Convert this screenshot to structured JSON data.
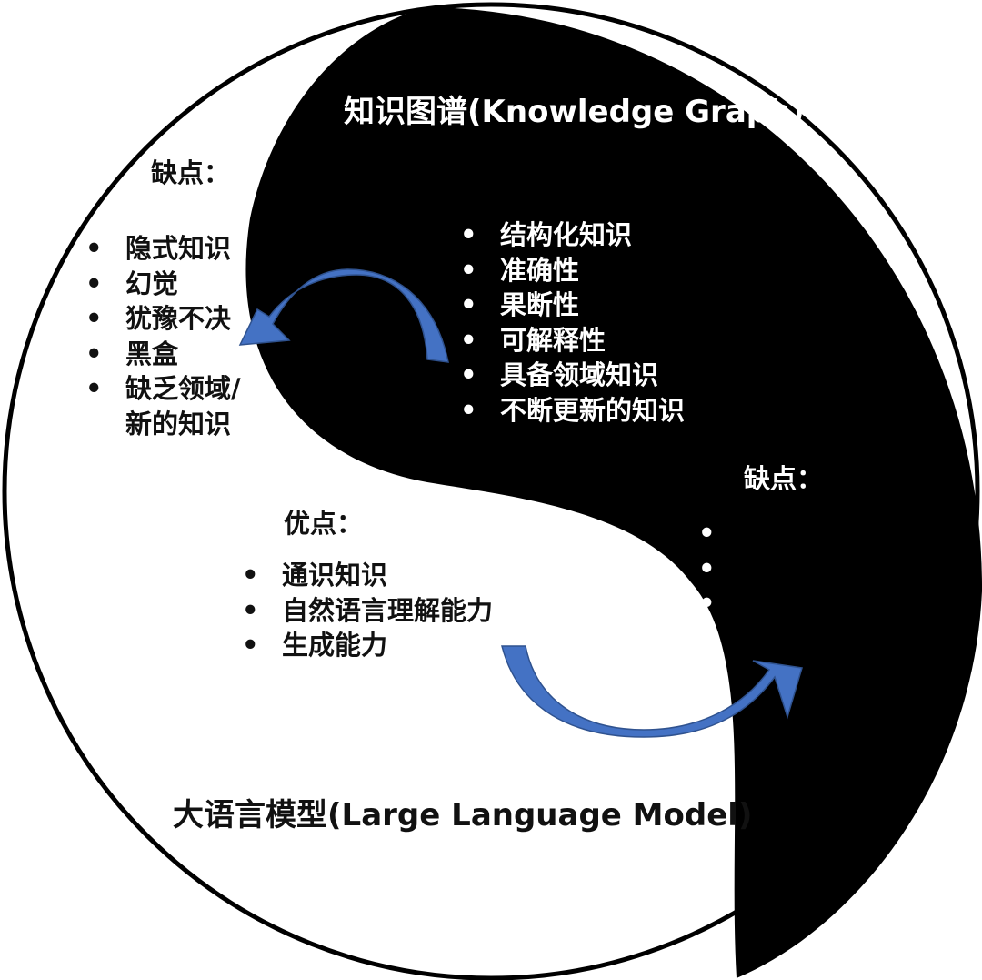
{
  "knowledge_graph": {
    "title": "知识图谱(Knowledge Graph)",
    "pros": [
      "结构化知识",
      "准确性",
      "果断性",
      "可解释性",
      "具备领域知识",
      "不断更新的知识"
    ],
    "cons_heading": "缺点：",
    "cons": [
      "",
      "",
      ""
    ]
  },
  "large_language_model": {
    "title": "大语言模型(Large Language Model)",
    "cons_heading": "缺点：",
    "cons": [
      "隐式知识",
      "幻觉",
      "犹豫不决",
      "黑盒",
      "缺乏领域/",
      "新的知识"
    ],
    "pros_heading": "优点：",
    "pros": [
      "通识知识",
      "自然语言理解能力",
      "生成能力"
    ]
  },
  "colors": {
    "yin": "#000000",
    "yang": "#ffffff",
    "arrow_fill": "#4472c4",
    "arrow_stroke": "#2f528f"
  }
}
